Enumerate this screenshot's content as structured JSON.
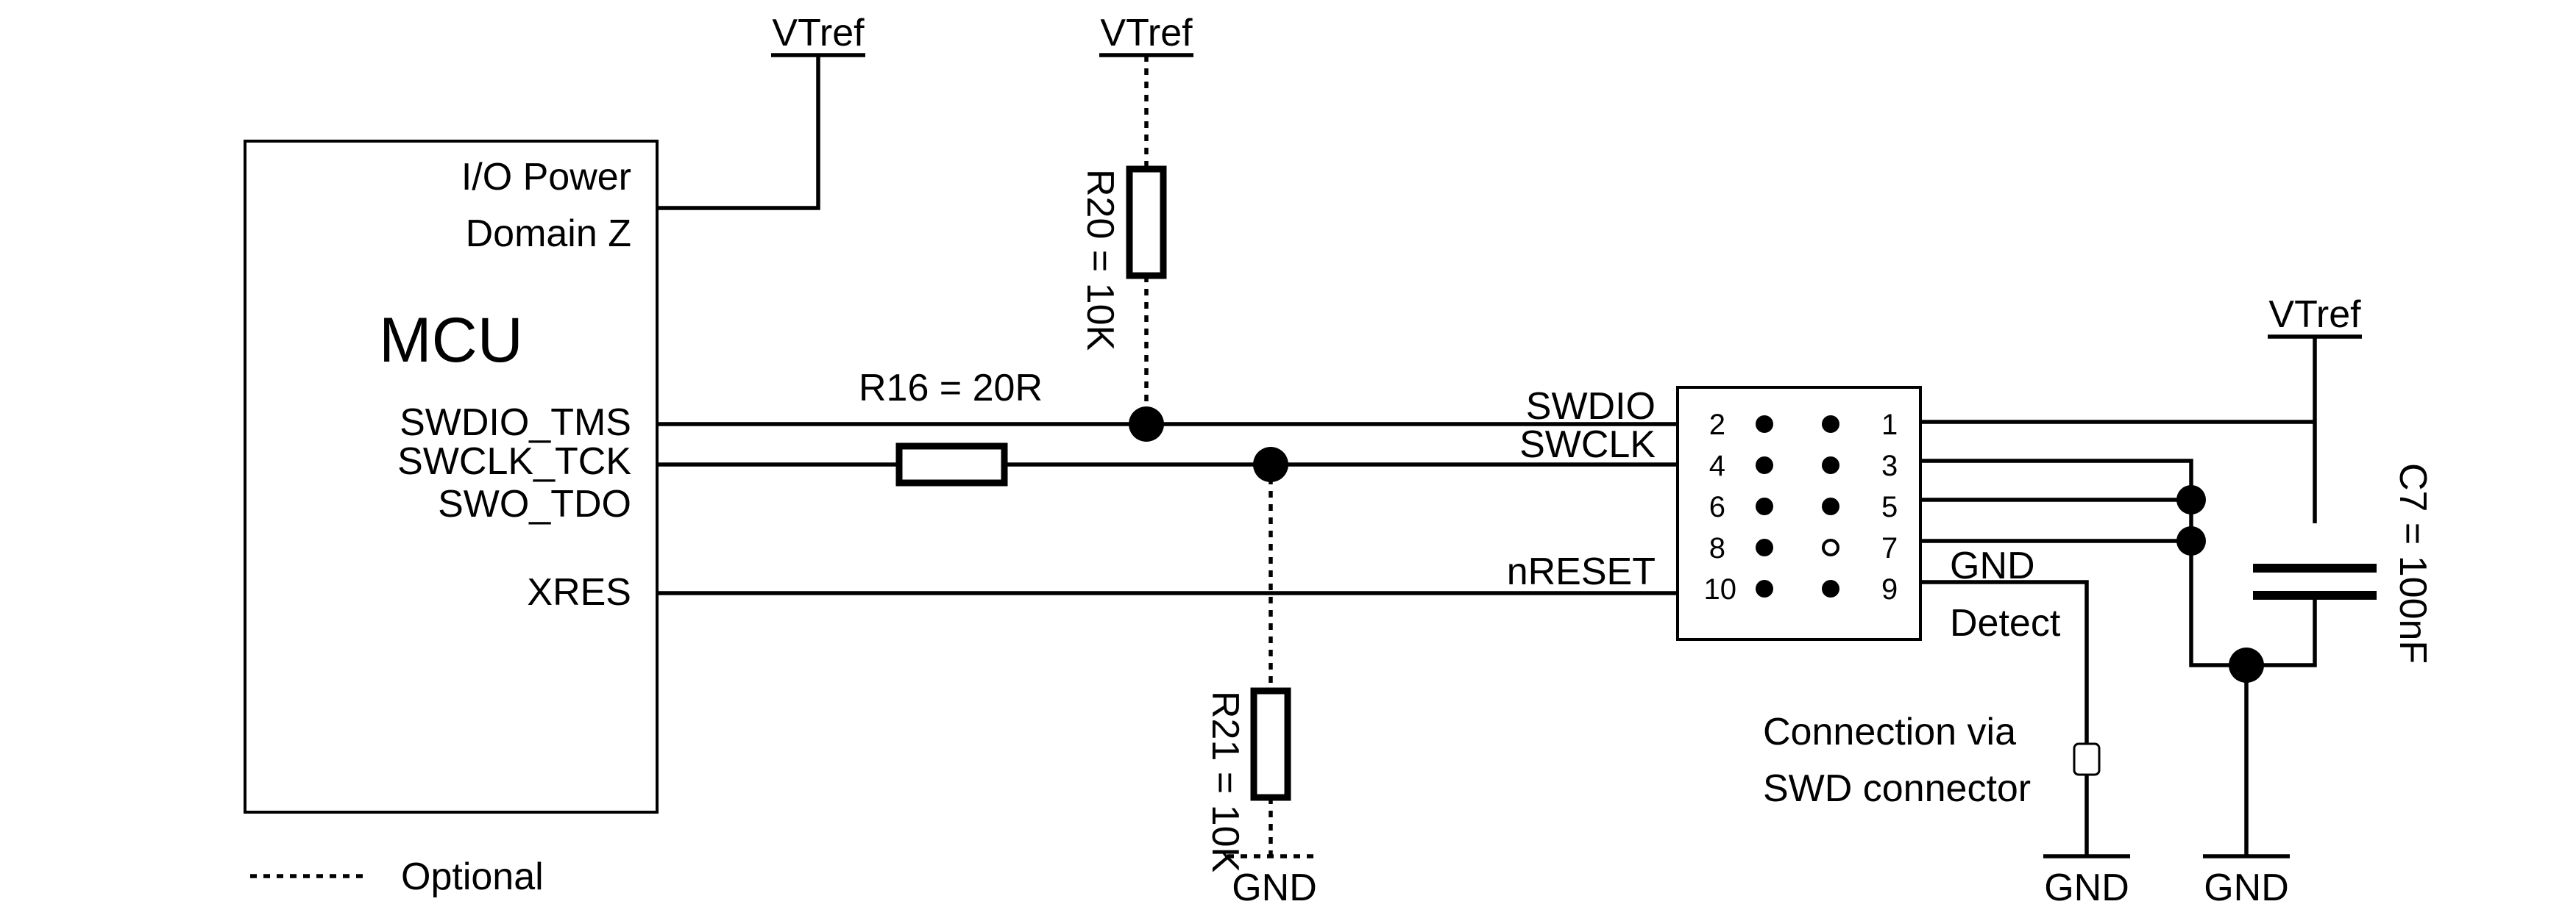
{
  "mcu": {
    "title": "MCU",
    "power_line1": "I/O Power",
    "power_line2": "Domain Z",
    "pins": [
      "SWDIO_TMS",
      "SWCLK_TCK",
      "SWO_TDO",
      "XRES"
    ]
  },
  "vtref": "VTref",
  "gnd": "GND",
  "resistors": {
    "r16": "R16 = 20R",
    "r20": "R20 = 10K",
    "r21": "R21 = 10K"
  },
  "capacitor": {
    "c7": "C7 = 100nF"
  },
  "connector": {
    "signals": [
      "SWDIO",
      "SWCLK",
      "nRESET"
    ],
    "left_pins": [
      "2",
      "4",
      "6",
      "8",
      "10"
    ],
    "right_pins": [
      "1",
      "3",
      "5",
      "7",
      "9"
    ],
    "gnd_detect_line1": "GND",
    "gnd_detect_line2": "Detect"
  },
  "notes": {
    "connection_line1": "Connection via",
    "connection_line2": "SWD connector"
  },
  "legend": {
    "optional": "Optional"
  }
}
